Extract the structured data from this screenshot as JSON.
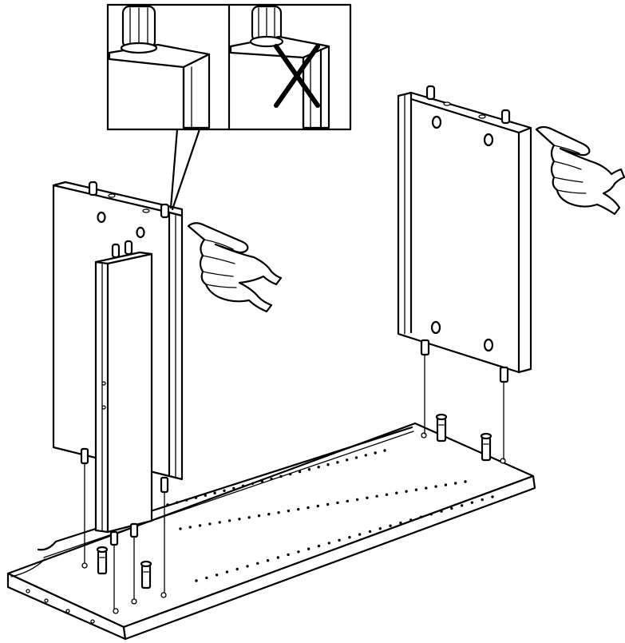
{
  "figure": {
    "kind": "assembly-instruction-illustration",
    "colors": {
      "ink": "#000000",
      "paper": "#ffffff"
    },
    "callout": {
      "panels": [
        {
          "state": "correct",
          "marker": "none"
        },
        {
          "state": "incorrect",
          "marker": "cross"
        }
      ]
    },
    "parts": {
      "side_panels": 3,
      "push_hands": 2,
      "loose_dowels": 4,
      "base_hole_rows": 3
    }
  }
}
